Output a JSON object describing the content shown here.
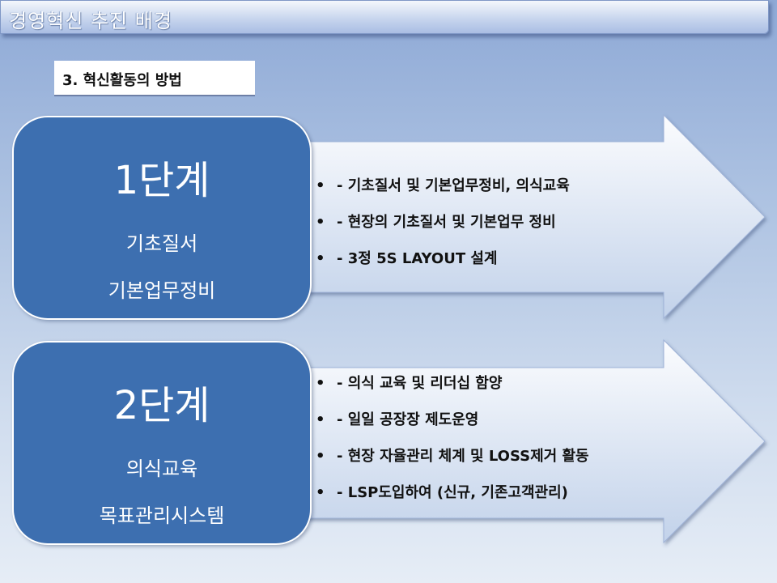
{
  "header": {
    "title": "경영혁신 추진 배경"
  },
  "section": {
    "title": "3. 혁신활동의 방법"
  },
  "stages": [
    {
      "heading": "1단계",
      "line1": "기초질서",
      "line2": "기본업무정비",
      "items": [
        "- 기초질서 및 기본업무정비, 의식교육",
        "- 현장의 기초질서 및 기본업무 정비",
        "- 3정 5S LAYOUT 설계"
      ]
    },
    {
      "heading": "2단계",
      "line1": "의식교육",
      "line2": "목표관리시스템",
      "items": [
        "- 의식 교육 및 리더십 함양",
        "- 일일 공장장 제도운영",
        "- 현장 자율관리 체계 및 LOSS제거 활동",
        "- LSP도입하여 (신규, 기존고객관리)"
      ]
    }
  ],
  "colors": {
    "stage_box": "#3d6fb0",
    "arrow_top": "#fbfcfe",
    "arrow_bottom": "#c2d2ea"
  }
}
